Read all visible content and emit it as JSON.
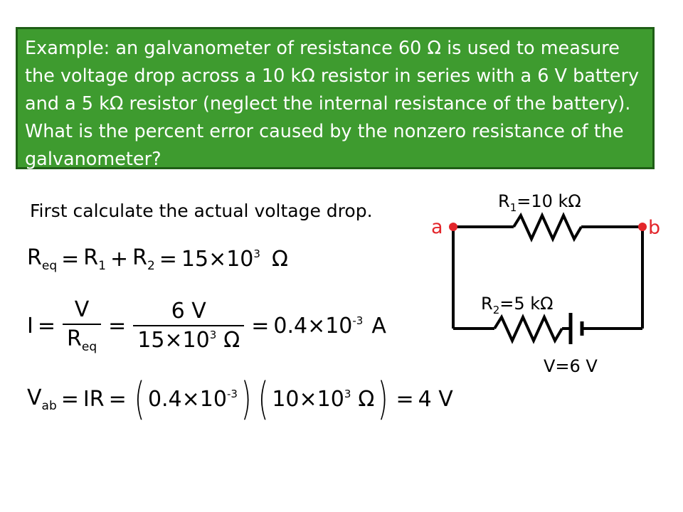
{
  "problem": {
    "text": "Example: an galvanometer of resistance 60 Ω is used to measure the voltage drop across a 10 kΩ resistor in series with a 6 V battery and a 5 kΩ resistor (neglect the internal resistance of the battery). What is the percent error caused by the nonzero resistance of the galvanometer?"
  },
  "intro": "First calculate the actual voltage drop.",
  "eq1": {
    "lhs": "R",
    "lhs_sub": "eq",
    "term1": "R",
    "term1_sub": "1",
    "term2": "R",
    "term2_sub": "2",
    "value": "15×10",
    "exp": "3",
    "unit": "Ω"
  },
  "eq2": {
    "lhs": "I",
    "f1_num": "V",
    "f1_den": "R",
    "f1_den_sub": "eq",
    "f2_num": "6 V",
    "f2_den": "15×10",
    "f2_den_exp": "3",
    "f2_den_unit": "Ω",
    "value": "0.4×10",
    "exp": "-3",
    "unit": "A"
  },
  "eq3": {
    "lhs": "V",
    "lhs_sub": "ab",
    "mid": "IR",
    "p1": "0.4×10",
    "p1_exp": "-3",
    "p2": "10×10",
    "p2_exp": "3",
    "p2_unit": "Ω",
    "result": "4 V"
  },
  "circuit": {
    "r1_label": "R",
    "r1_sub": "1",
    "r1_value": "=10 kΩ",
    "r2_label": "R",
    "r2_sub": "2",
    "r2_value": "=5 kΩ",
    "v_label": "V=6 V",
    "node_a": "a",
    "node_b": "b",
    "node_color": "#e3262b"
  }
}
